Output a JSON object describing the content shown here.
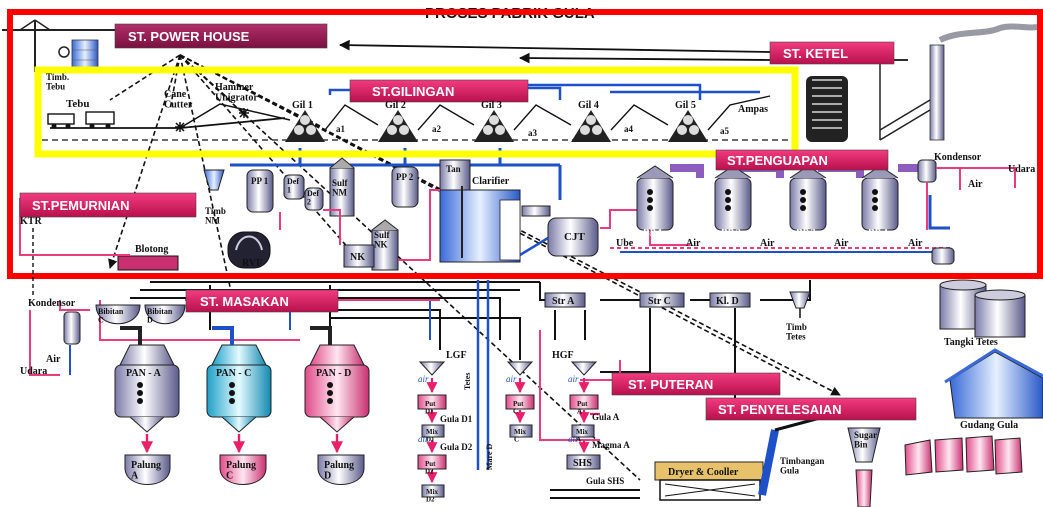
{
  "title": "PROSES PABRIK GULA",
  "stations": {
    "power_house": "ST. POWER  HOUSE",
    "ketel": "ST. KETEL",
    "gilingan": "ST.GILINGAN",
    "penguapan": "ST.PENGUAPAN",
    "pemurnian": "ST.PEMURNIAN",
    "masakan": "ST. MASAKAN",
    "puteran": "ST. PUTERAN",
    "penyelesaian": "ST. PENYELESAIAN"
  },
  "labels": {
    "timb_tebu": "Timb.\nTebu",
    "tebu": "Tebu",
    "cane_cutter": "Cane\nCutter",
    "hammer_unigrator": "Hammer\nUnigrator",
    "ampas": "Ampas",
    "mills": [
      "Gil 1",
      "Gil 2",
      "Gil 3",
      "Gil 4",
      "Gil 5"
    ],
    "mill_juice": [
      "a1",
      "a2",
      "a3",
      "a4",
      "a5"
    ],
    "kondensor_top": "Kondensor",
    "air_top": "Air",
    "udara_top": "Udara",
    "timb_nm": "Timb\nNM",
    "pp1": "PP 1",
    "def1": "Def\n1",
    "def2": "Def\n2",
    "sulf_nm": "Sulf\nNM",
    "pp2": "PP 2",
    "tangki_nira": "Tan",
    "clarifier": "Clarifier",
    "sulf_nk": "Sulf\nNK",
    "nk": "NK",
    "cjt": "CJT",
    "blotong": "Blotong",
    "rvf": "RVF",
    "ktr": "KTR",
    "evaporators": [
      "BP 1",
      "BP 2",
      "BP 3",
      "BP 4"
    ],
    "ube": "Ube",
    "air_evap": [
      "Air",
      "Air",
      "Air",
      "Air"
    ],
    "kondensor_left": "Kondensor",
    "bibitan_c": "Bibitan\nC",
    "bibitan_d": "Bibitan\nD",
    "air_left": "Air",
    "udara_left": "Udara",
    "pans": [
      "PAN - A",
      "PAN - C",
      "PAN - D"
    ],
    "palung": [
      "Palung\nA",
      "Palung\nC",
      "Palung\nD"
    ],
    "lgf": "LGF",
    "hgf": "HGF",
    "tetes_vert": "Tetes",
    "str_a": "Str A",
    "str_c": "Str C",
    "kl_d": "Kl. D",
    "timb_tetes": "Timb\nTetes",
    "tangki_tetes": "Tangki Tetes",
    "gudang_gula": "Gudang Gula",
    "put_d1": "Put\nD1",
    "put_d2": "Put\nD2",
    "put_c": "Put\nC",
    "put_a": "Put\nA",
    "mix_d1": "Mix\nD1",
    "mix_d2": "Mix\nD2",
    "mix_c": "Mix\nC",
    "mix_a": "Mix\nA",
    "gula_d1": "Gula D1",
    "gula_d2": "Gula D2",
    "gula_a": "Gula A",
    "magma_a": "Magma A",
    "shs": "SHS",
    "gula_shs": "Gula SHS",
    "dryer_cooler": "Dryer & Cooller",
    "sugar_bin": "Sugar\nBin",
    "timbangan_gula": "Timbangan\nGula",
    "mare_d": "Mare D",
    "air_small": "air"
  },
  "colors": {
    "red_box": "#ff0000",
    "yellow_box": "#ffff00",
    "station_fill": "#e8206a",
    "pipe_blue": "#1e50c8",
    "pipe_pink": "#e83c7c",
    "pipe_black": "#111111"
  }
}
